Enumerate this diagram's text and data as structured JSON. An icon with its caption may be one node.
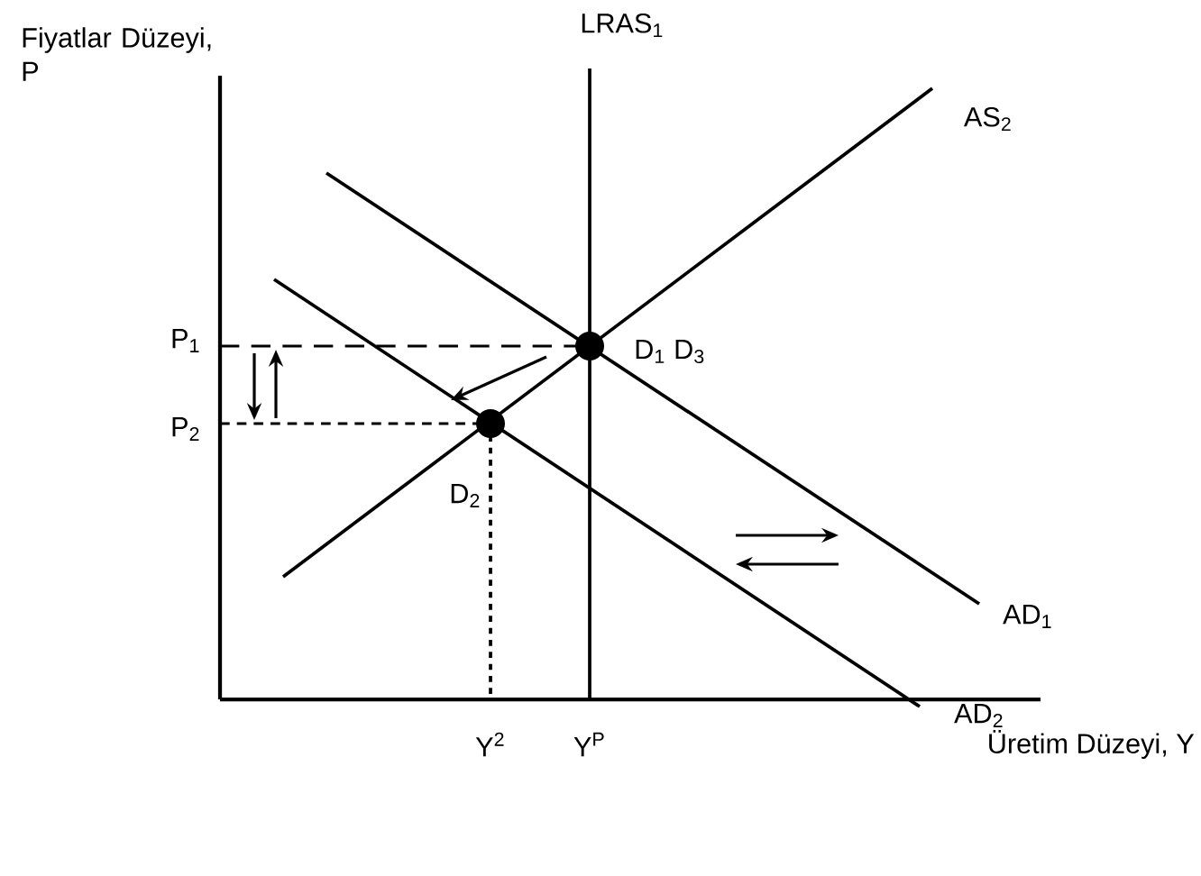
{
  "diagram": {
    "nodes": [
      {
        "text": [],
        "shape": "circle",
        "beside": [
          "D$_{1}$ D$_{3}$"
        ]
      },
      {
        "text": [],
        "shape": "circle",
        "beside": [
          "D$_{2}$"
        ]
      }
    ],
    "edges": [
      {
        "from": 0,
        "to": 1,
        "arrow": "to"
      }
    ],
    "labels": [
      "Fiyatlar Düzeyi, P",
      "LRAS$_{1}$",
      "AS$_{2}$",
      "P$_{1}$",
      "P$_{2}$",
      "AD$_{1}$",
      "AD$_{2}$",
      "Y$^{2}$",
      "Y$^{P}$",
      "Üretim Düzeyi, Y"
    ]
  }
}
